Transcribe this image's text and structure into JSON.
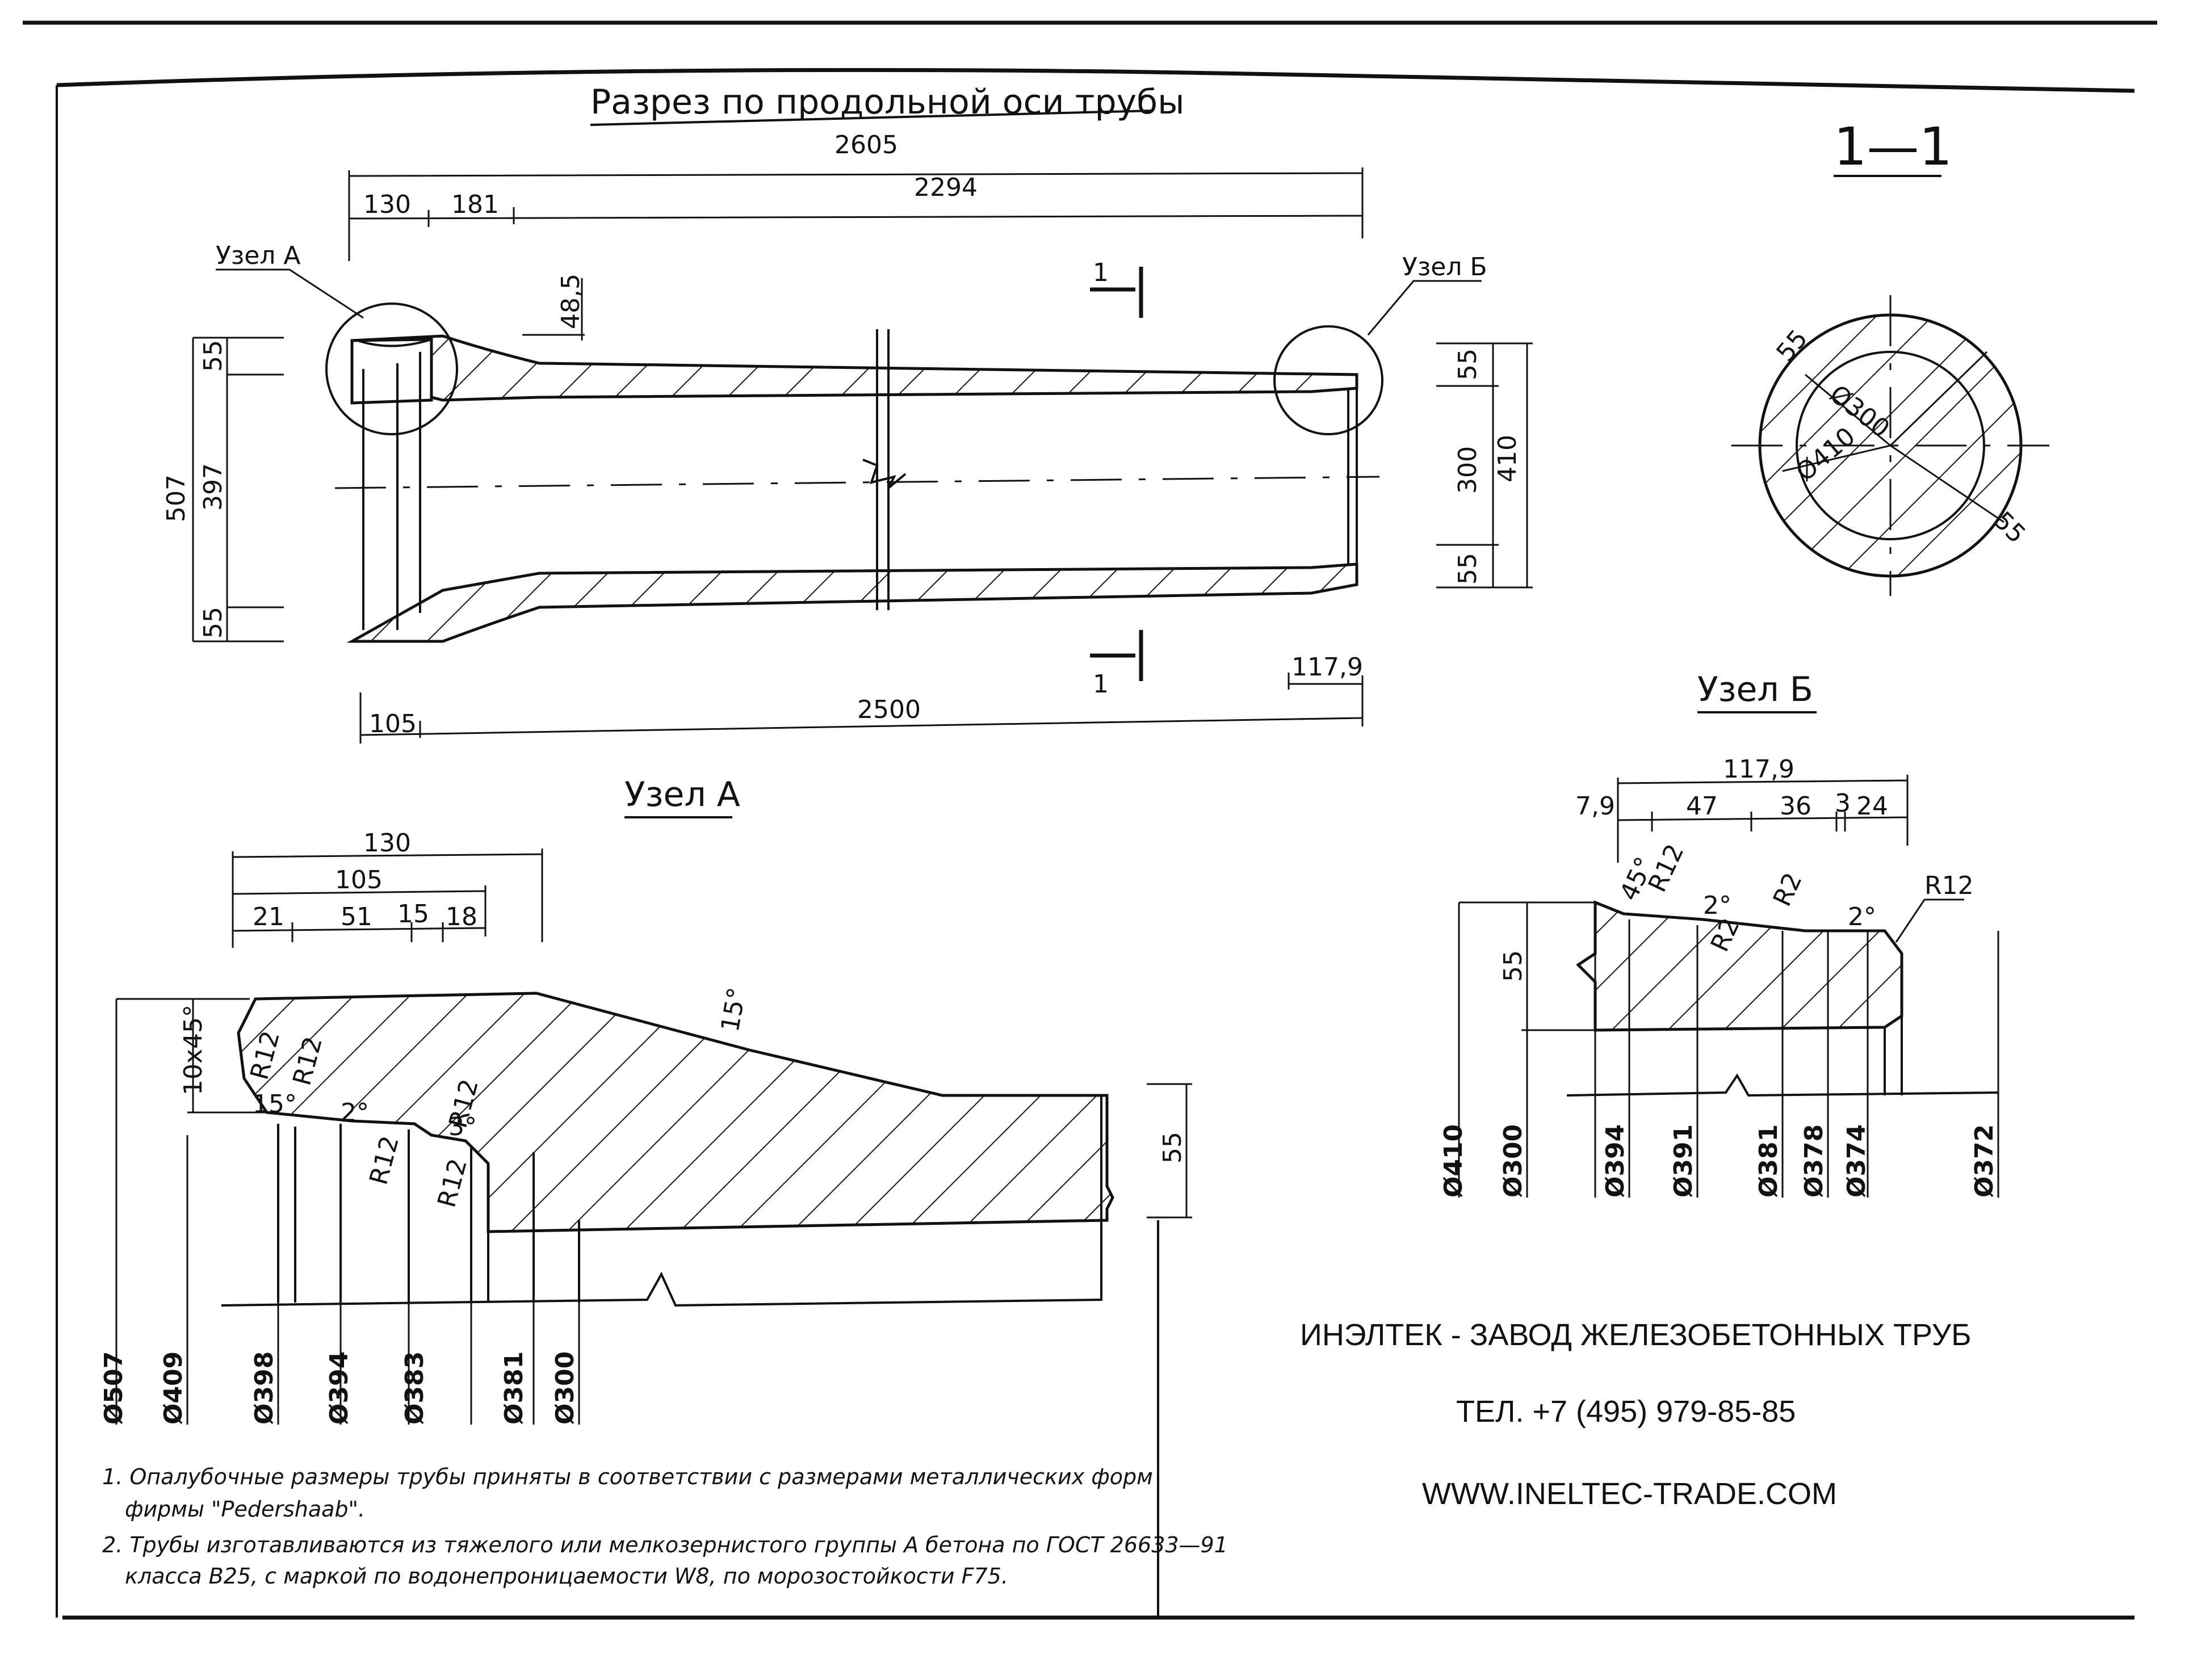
{
  "section_title": "Разрез по продольной оси трубы",
  "section_mark": "1—1",
  "section_cut_label": "1",
  "node_a_label": "Узел А",
  "node_b_label": "Узел Б",
  "main_view": {
    "dim_total_length": "2605",
    "dim_socket_start": "130",
    "dim_socket_taper": "181",
    "dim_barrel": "2294",
    "dim_wall_step": "48,5",
    "dim_height_total": "507",
    "dim_inner_socket": "397",
    "dim_wall_left_top": "55",
    "dim_wall_left_bottom": "55",
    "dim_wall_right_top": "55",
    "dim_inner_right": "300",
    "dim_outer_right": "410",
    "dim_wall_right_bottom": "55",
    "dim_socket_depth": "105",
    "dim_effective_length": "2500",
    "dim_spigot": "117,9"
  },
  "cross_section": {
    "dim_wall_top": "55",
    "dim_inner_dia": "Ø300",
    "dim_outer_dia": "Ø410",
    "dim_wall_side": "55"
  },
  "node_a": {
    "dim_130": "130",
    "dim_105": "105",
    "dim_21": "21",
    "dim_51": "51",
    "dim_15": "15",
    "dim_18": "18",
    "chamfer": "10x45°",
    "angle_15_top": "15°",
    "angle_15_inner": "15°",
    "angle_2": "2°",
    "angle_3": "3°",
    "r12_a": "R12",
    "r12_b": "R12",
    "r12_c": "R12",
    "r12_d": "R12",
    "r12_e": "R12",
    "wall": "55",
    "diameters": [
      "Ø507",
      "Ø409",
      "Ø398",
      "Ø394",
      "Ø383",
      "Ø381",
      "Ø300"
    ]
  },
  "node_b": {
    "dim_total": "117,9",
    "dim_7_9": "7,9",
    "dim_47": "47",
    "dim_36": "36",
    "dim_3": "3",
    "dim_24": "24",
    "angle_45": "45°",
    "r12_a": "R12",
    "angle_2_a": "2°",
    "r2_a": "R2",
    "r2_b": "R2",
    "angle_2_b": "2°",
    "r12_b": "R12",
    "wall": "55",
    "diameters": [
      "Ø410",
      "Ø300",
      "Ø394",
      "Ø391",
      "Ø381",
      "Ø378",
      "Ø374",
      "Ø372"
    ]
  },
  "notes": {
    "note1_line1": "1. Опалубочные размеры трубы приняты в соответствии с размерами металлических форм",
    "note1_line2": "фирмы \"Pedershaab\".",
    "note2_line1": "2. Трубы изготавливаются из тяжелого или мелкозернистого группы А бетона по ГОСТ 26633—91",
    "note2_line2": "класса В25, с маркой по водонепроницаемости W8, по морозостойкости F75."
  },
  "company": {
    "name": "ИНЭЛТЕК - ЗАВОД ЖЕЛЕЗОБЕТОННЫХ ТРУБ",
    "phone": "ТЕЛ. +7 (495) 979-85-85",
    "website": "WWW.INELTEC-TRADE.COM"
  }
}
